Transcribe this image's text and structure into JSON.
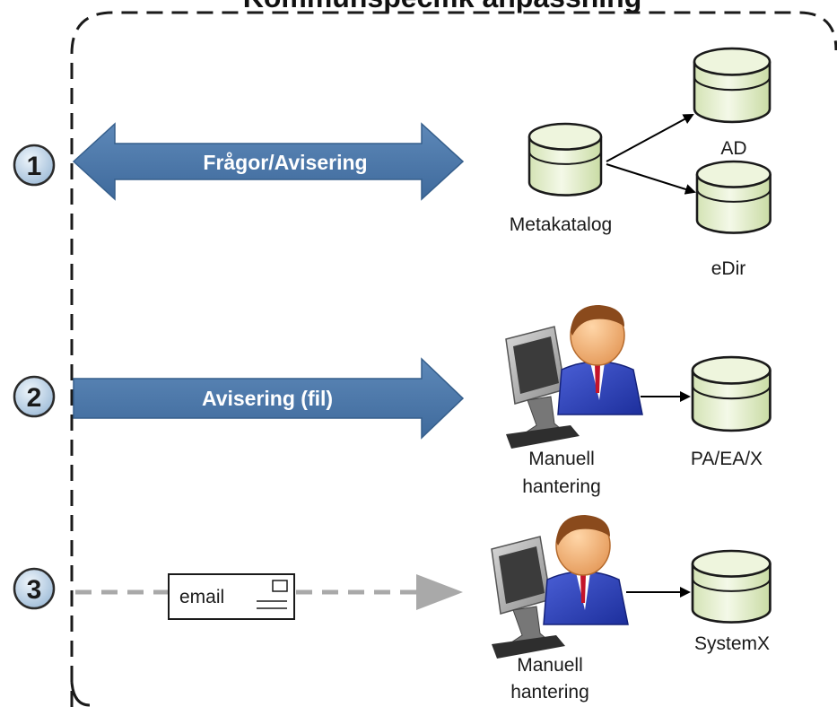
{
  "title": "Kommunspecifik anpassning",
  "steps": [
    "1",
    "2",
    "3"
  ],
  "arrows": {
    "queries": "Frågor/Avisering",
    "file": "Avisering (fil)"
  },
  "email_label": "email",
  "nodes": {
    "metakatalog": "Metakatalog",
    "ad": "AD",
    "edir": "eDir",
    "manual1": [
      "Manuell",
      "hantering"
    ],
    "pa": "PA/EA/X",
    "manual2": [
      "Manuell",
      "hantering"
    ],
    "systemx": "SystemX"
  },
  "colors": {
    "arrow_fill": "#4f7aab",
    "cylinder_fill": "#e6f0cf",
    "badge_fill": "#bcd2e6",
    "dash_gray": "#a9a9a9"
  }
}
